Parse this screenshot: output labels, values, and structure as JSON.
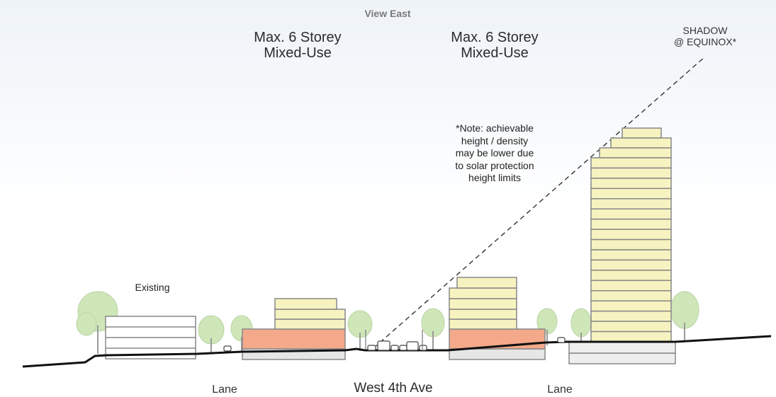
{
  "header": {
    "view_label": "View East"
  },
  "buildings": {
    "left_label": [
      "Max. 6 Storey",
      "Mixed-Use"
    ],
    "right_label": [
      "Max. 6 Storey",
      "Mixed-Use"
    ],
    "existing_label": "Existing"
  },
  "shadow": {
    "label": [
      "SHADOW",
      "@ EQUINOX*"
    ]
  },
  "note": {
    "lines": [
      "*Note: achievable",
      "height / density",
      "may be lower due",
      "to solar protection",
      "height limits"
    ]
  },
  "streets": {
    "lane_left": "Lane",
    "avenue": "West 4th Ave",
    "lane_right": "Lane"
  },
  "colors": {
    "podium": "#f4a98a",
    "upper_floors": "#f7f3c0",
    "base": "#e6e6e6",
    "tree": "#cfe6b8",
    "outline": "#888888",
    "ground": "#111111"
  }
}
